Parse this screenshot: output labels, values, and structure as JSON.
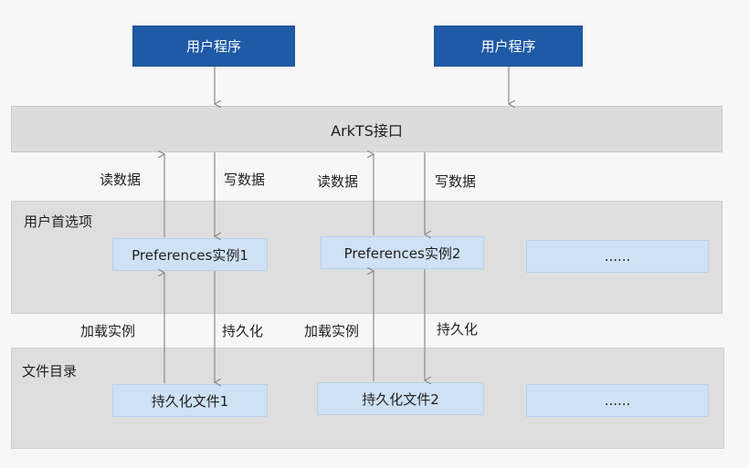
{
  "user_programs": {
    "left_label": "用户程序",
    "right_label": "用户程序"
  },
  "api": {
    "label": "ArkTS接口"
  },
  "flow_labels": {
    "read_1": "读数据",
    "write_1": "写数据",
    "read_2": "读数据",
    "write_2": "写数据",
    "load_1": "加载实例",
    "persist_1": "持久化",
    "load_2": "加载实例",
    "persist_2": "持久化"
  },
  "preferences_panel": {
    "title": "用户首选项",
    "instances": [
      "Preferences实例1",
      "Preferences实例2",
      "......"
    ]
  },
  "files_panel": {
    "title": "文件目录",
    "files": [
      "持久化文件1",
      "持久化文件2",
      "......"
    ]
  },
  "colors": {
    "user_program_fill": "#1f5aa6",
    "instance_fill": "#cfe1f4",
    "panel_fill": "#dedede",
    "arrow": "#8a8a8a"
  }
}
